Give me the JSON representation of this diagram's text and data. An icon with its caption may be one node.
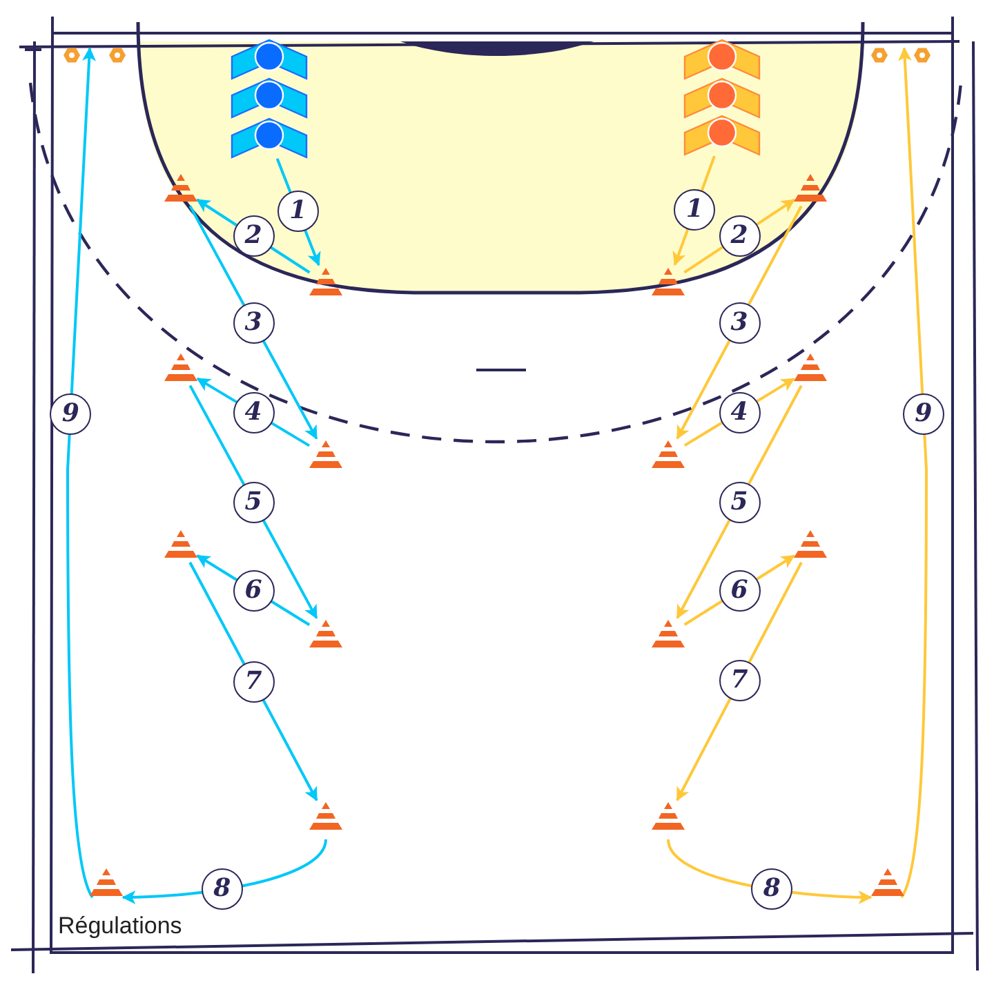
{
  "diagram": {
    "nodes": [
      {
        "text": [],
        "shape": "person"
      },
      {
        "text": [],
        "shape": "person"
      },
      {
        "text": [],
        "shape": "person"
      },
      {
        "text": [],
        "shape": "person"
      },
      {
        "text": [],
        "shape": "person"
      },
      {
        "text": [],
        "shape": "person"
      },
      {
        "text": [],
        "shape": "cone"
      },
      {
        "text": [],
        "shape": "cone"
      },
      {
        "text": [],
        "shape": "cone"
      },
      {
        "text": [],
        "shape": "cone"
      },
      {
        "text": [],
        "shape": "cone"
      },
      {
        "text": [],
        "shape": "cone"
      },
      {
        "text": [],
        "shape": "cone"
      },
      {
        "text": [],
        "shape": "cone"
      },
      {
        "text": [],
        "shape": "cone"
      },
      {
        "text": [],
        "shape": "cone"
      },
      {
        "text": [],
        "shape": "cone"
      },
      {
        "text": [],
        "shape": "cone"
      },
      {
        "text": [],
        "shape": "cone"
      },
      {
        "text": [],
        "shape": "cone"
      },
      {
        "text": [],
        "shape": "cone"
      },
      {
        "text": [],
        "shape": "cone"
      }
    ],
    "edges": [
      {
        "from": 2,
        "to": 7,
        "arrow": "to",
        "label": "1",
        "color": "#00c8f8"
      },
      {
        "from": 7,
        "to": 6,
        "arrow": "to",
        "label": "2",
        "color": "#00c8f8"
      },
      {
        "from": 6,
        "to": 9,
        "arrow": "to",
        "label": "3",
        "color": "#00c8f8"
      },
      {
        "from": 9,
        "to": 8,
        "arrow": "to",
        "label": "4",
        "color": "#00c8f8"
      },
      {
        "from": 8,
        "to": 11,
        "arrow": "to",
        "label": "5",
        "color": "#00c8f8"
      },
      {
        "from": 11,
        "to": 10,
        "arrow": "to",
        "label": "6",
        "color": "#00c8f8"
      },
      {
        "from": 10,
        "to": 12,
        "arrow": "to",
        "label": "7",
        "color": "#00c8f8"
      },
      {
        "from": 12,
        "to": 13,
        "arrow": "to",
        "label": "8",
        "color": "#00c8f8"
      },
      {
        "from": 13,
        "to": null,
        "arrow": "to",
        "label": "9",
        "color": "#00c8f8"
      },
      {
        "from": 5,
        "to": 15,
        "arrow": "to",
        "label": "1",
        "color": "#ffc83a"
      },
      {
        "from": 15,
        "to": 14,
        "arrow": "to",
        "label": "2",
        "color": "#ffc83a"
      },
      {
        "from": 14,
        "to": 17,
        "arrow": "to",
        "label": "3",
        "color": "#ffc83a"
      },
      {
        "from": 17,
        "to": 16,
        "arrow": "to",
        "label": "4",
        "color": "#ffc83a"
      },
      {
        "from": 16,
        "to": 19,
        "arrow": "to",
        "label": "5",
        "color": "#ffc83a"
      },
      {
        "from": 19,
        "to": 18,
        "arrow": "to",
        "label": "6",
        "color": "#ffc83a"
      },
      {
        "from": 18,
        "to": 20,
        "arrow": "to",
        "label": "7",
        "color": "#ffc83a"
      },
      {
        "from": 20,
        "to": 21,
        "arrow": "to",
        "label": "8",
        "color": "#ffc83a"
      },
      {
        "from": 21,
        "to": null,
        "arrow": "to",
        "label": "9",
        "color": "#ffc83a"
      }
    ],
    "labels": [
      "Régulations"
    ]
  }
}
